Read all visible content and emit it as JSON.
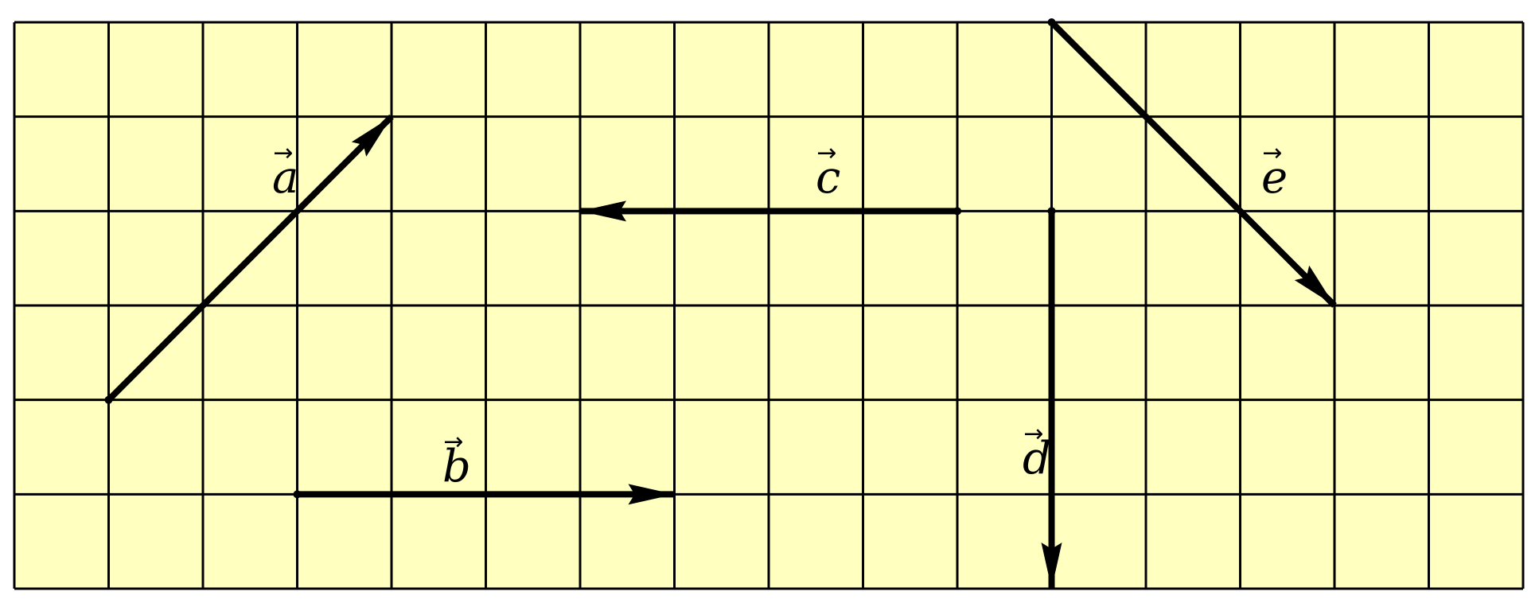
{
  "grid": {
    "columns": 16,
    "rows": 6,
    "fill_color": "#ffffc0",
    "line_color": "#000000"
  },
  "vectors": [
    {
      "id": "a",
      "label": "a",
      "from": [
        1,
        2
      ],
      "to": [
        4,
        5
      ]
    },
    {
      "id": "b",
      "label": "b",
      "from": [
        3,
        1
      ],
      "to": [
        7,
        1
      ]
    },
    {
      "id": "c",
      "label": "c",
      "from": [
        10,
        4
      ],
      "to": [
        6,
        4
      ]
    },
    {
      "id": "d",
      "label": "d",
      "from": [
        11,
        4
      ],
      "to": [
        11,
        0
      ]
    },
    {
      "id": "e",
      "label": "e",
      "from": [
        11,
        6
      ],
      "to": [
        14,
        3
      ]
    }
  ],
  "vector_color": "#000000"
}
